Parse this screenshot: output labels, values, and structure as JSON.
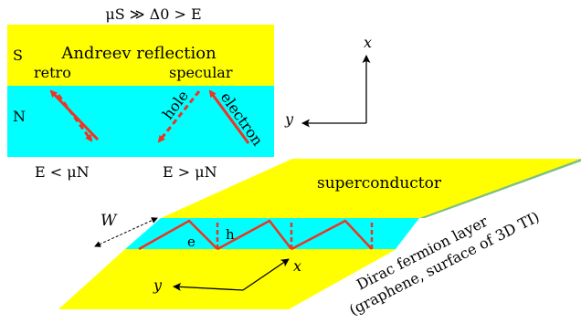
{
  "top_condition": "μS ≫ Δ0 > E",
  "layers": {
    "s": "S",
    "n": "N"
  },
  "title": "Andreev reflection",
  "retro": {
    "label": "retro",
    "condition": "E < μN"
  },
  "specular": {
    "label": "specular",
    "hole": "hole",
    "electron": "electron",
    "condition": "E > μN"
  },
  "axes_top": {
    "x": "x",
    "y": "y"
  },
  "device": {
    "superconductor": "superconductor",
    "width": "W",
    "e": "e",
    "h": "h",
    "x": "x",
    "y": "y",
    "layer_line1": "Dirac fermion layer",
    "layer_line2": "(graphene, surface of 3D TI)"
  },
  "colors": {
    "yellow": "#ffff00",
    "cyan": "#00ffff",
    "red": "#ee3322"
  }
}
